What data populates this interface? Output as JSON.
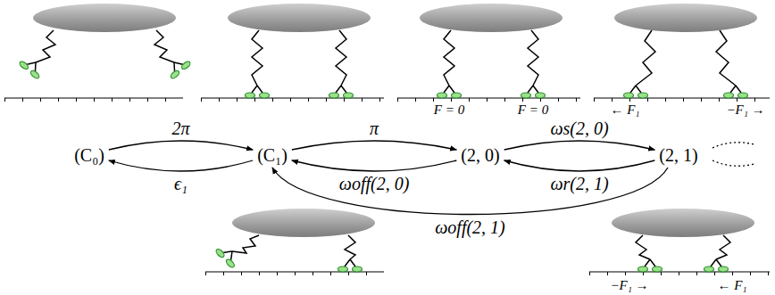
{
  "diagram": {
    "nodes": [
      {
        "text": [
          "(C₀)"
        ]
      },
      {
        "text": [
          "(C₁)"
        ]
      },
      {
        "text": [
          "(2, 0)"
        ]
      },
      {
        "text": [
          "(2, 1)"
        ]
      }
    ],
    "edges": [
      {
        "from": 0,
        "to": 1,
        "label": "2π",
        "arrow": "to"
      },
      {
        "from": 1,
        "to": 0,
        "label": "ϵ₁",
        "arrow": "to"
      },
      {
        "from": 1,
        "to": 2,
        "label": "π",
        "arrow": "to"
      },
      {
        "from": 2,
        "to": 3,
        "label": "ωs(2, 0)",
        "arrow": "to"
      },
      {
        "from": 3,
        "to": 2,
        "label": "ωr(2, 1)",
        "arrow": "to"
      },
      {
        "from": 2,
        "to": 1,
        "label": "ωoff(2, 0)",
        "arrow": "to"
      },
      {
        "from": 3,
        "to": 1,
        "label": "ωoff(2, 1)",
        "arrow": "to"
      }
    ],
    "labels": [
      "F = 0",
      "F = 0",
      "← F₁",
      "−F₁ →",
      "−F₁ →",
      "← F₁"
    ]
  }
}
